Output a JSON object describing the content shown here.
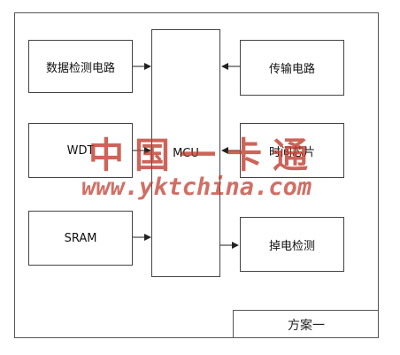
{
  "diagram": {
    "blocks": {
      "data_detect": "数据检测电路",
      "wdt": "WDT",
      "sram": "SRAM",
      "mcu": "MCU",
      "transmit": "传输电路",
      "clock": "时间芯片",
      "power_detect": "掉电检测"
    },
    "caption": "方案一"
  },
  "watermark": {
    "brand": "中国一卡通",
    "url": "www.yktchina.com",
    "color": "#c0392b"
  }
}
